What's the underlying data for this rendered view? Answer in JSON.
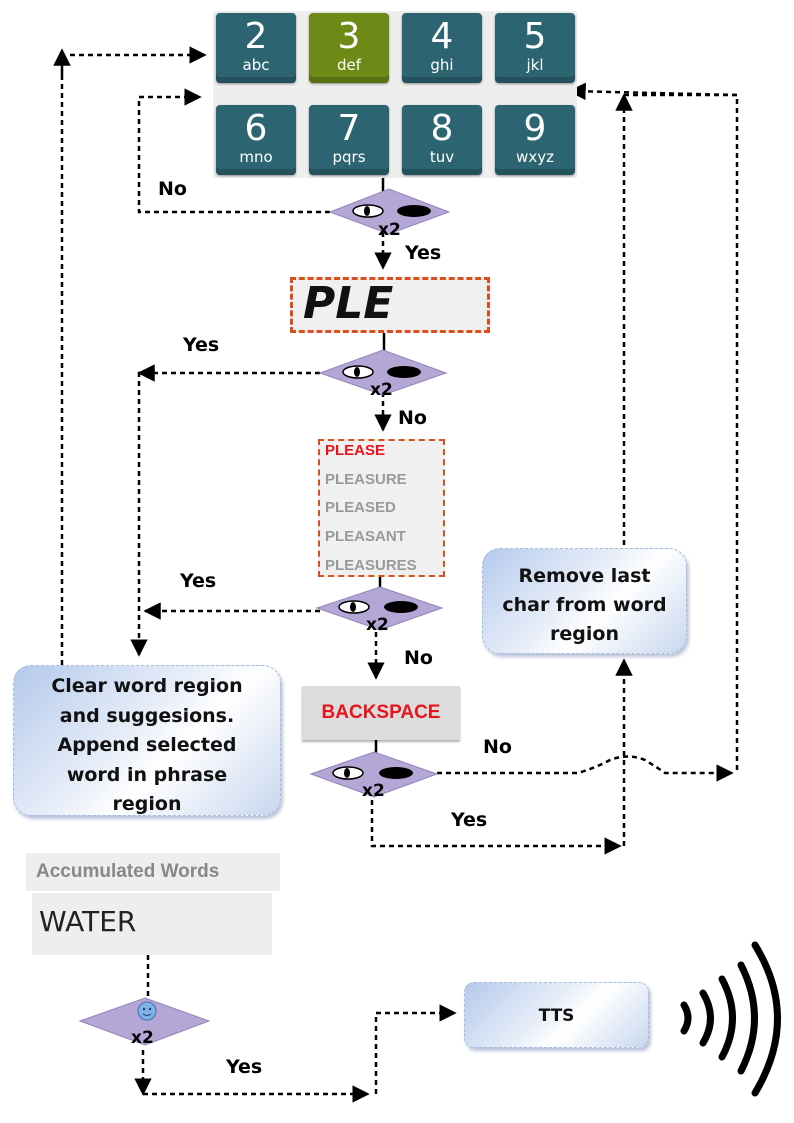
{
  "keypad": {
    "keys": [
      {
        "digit": "2",
        "letters": "abc",
        "active": false
      },
      {
        "digit": "3",
        "letters": "def",
        "active": true
      },
      {
        "digit": "4",
        "letters": "ghi",
        "active": false
      },
      {
        "digit": "5",
        "letters": "jkl",
        "active": false
      },
      {
        "digit": "6",
        "letters": "mno",
        "active": false
      },
      {
        "digit": "7",
        "letters": "pqrs",
        "active": false
      },
      {
        "digit": "8",
        "letters": "tuv",
        "active": false
      },
      {
        "digit": "9",
        "letters": "wxyz",
        "active": false
      }
    ],
    "key_color": "#2c6571",
    "active_key_color": "#6d8a17"
  },
  "decisions": {
    "d1": {
      "count": "x2",
      "no_label": "No",
      "yes_label": "Yes"
    },
    "d2": {
      "count": "x2",
      "yes_label": "Yes",
      "no_label": "No"
    },
    "d3": {
      "count": "x2",
      "yes_label": "Yes",
      "no_label": "No"
    },
    "d4": {
      "count": "x2",
      "no_label": "No",
      "yes_label": "Yes"
    },
    "d5": {
      "count": "x2",
      "yes_label": "Yes"
    }
  },
  "word_region": {
    "text": "PLE"
  },
  "suggestions": {
    "items": [
      "PLEASE",
      "PLEASURE",
      "PLEASED",
      "PLEASANT",
      "PLEASURES"
    ],
    "selected_index": 0
  },
  "backspace": {
    "label": "BACKSPACE"
  },
  "clear_panel": {
    "lines": [
      "Clear word region",
      "and suggesions.",
      "Append selected",
      "word in phrase",
      "region"
    ]
  },
  "remove_panel": {
    "lines": [
      "Remove last",
      "char from word",
      "region"
    ]
  },
  "accumulated": {
    "title": "Accumulated Words",
    "value": "WATER"
  },
  "tts": {
    "label": "TTS"
  },
  "colors": {
    "diamond": "#b4a7d6",
    "accent_red": "#e8141b",
    "dash_border": "#d9501c"
  }
}
